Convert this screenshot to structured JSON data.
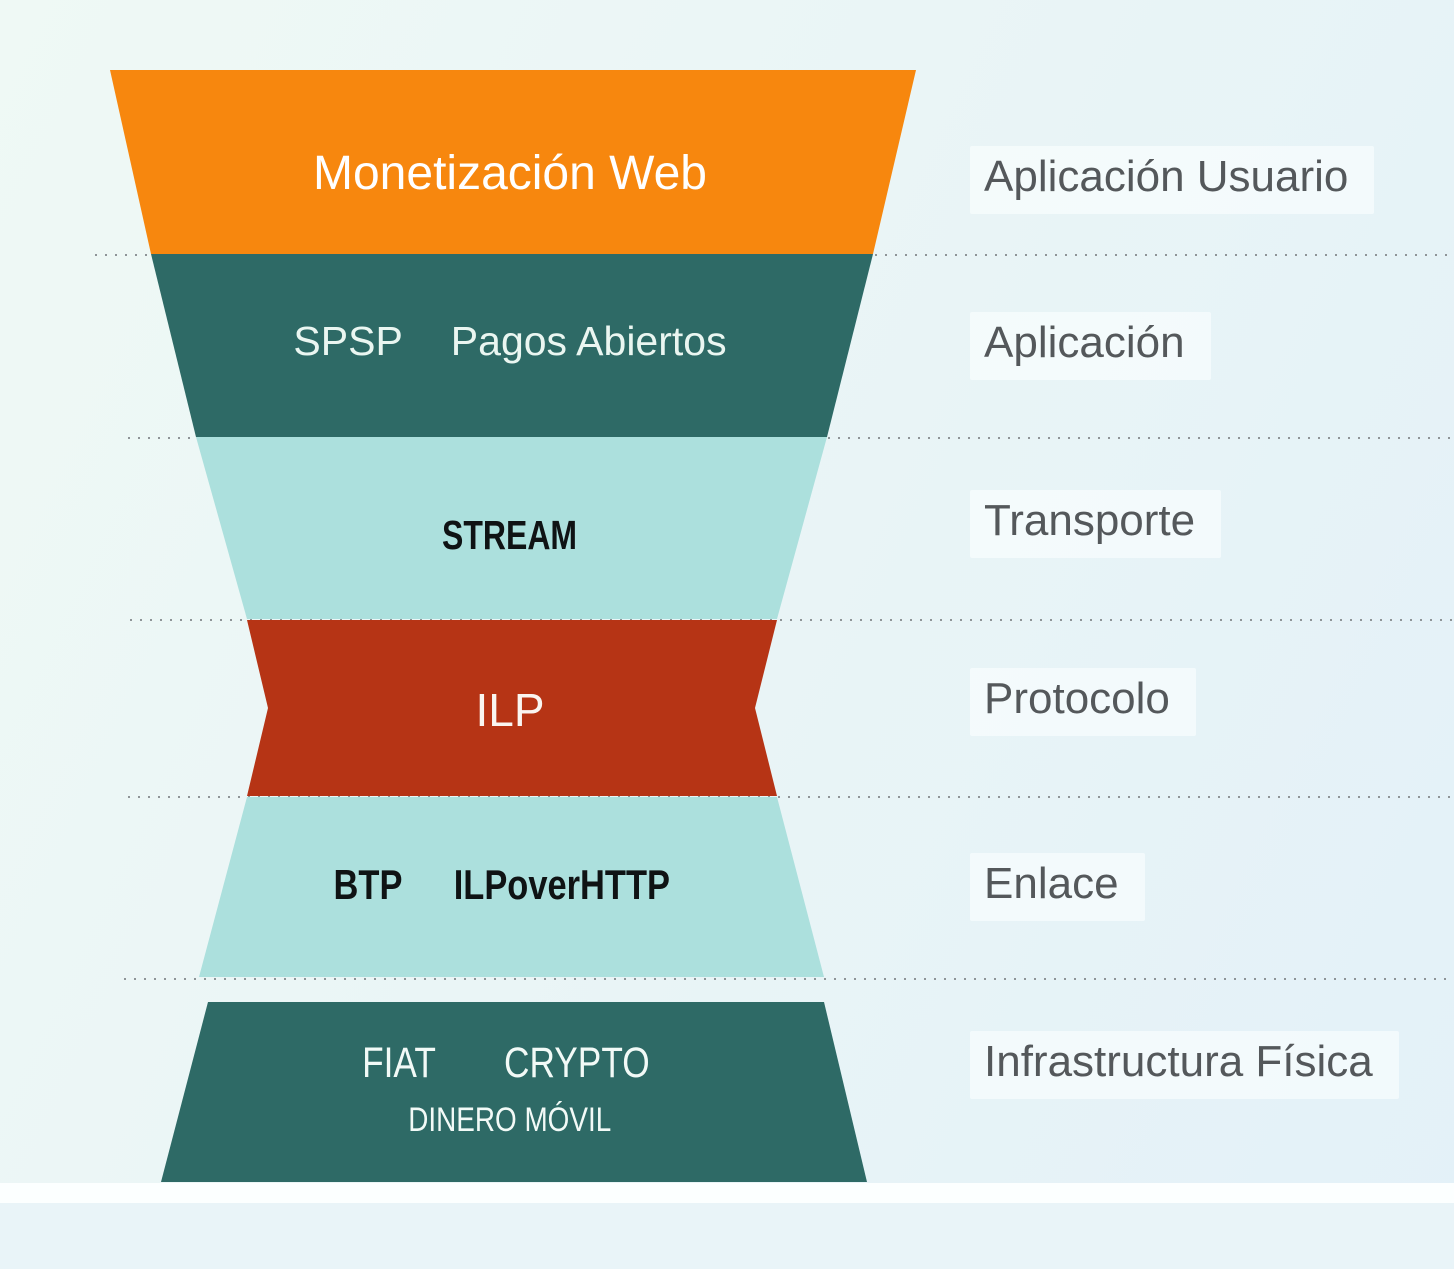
{
  "diagram": {
    "layers": [
      {
        "name": "Monetización Web",
        "right_label": "Aplicación Usuario",
        "color": "#F7870E"
      },
      {
        "name": "SPSP",
        "name2": "Pagos Abiertos",
        "right_label": "Aplicación",
        "color": "#2E6A66"
      },
      {
        "name": "STREAM",
        "right_label": "Transporte",
        "color": "#ACE0DD"
      },
      {
        "name": "ILP",
        "right_label": "Protocolo",
        "color": "#B63415"
      },
      {
        "name": "BTP",
        "name2": "ILPoverHTTP",
        "right_label": "Enlace",
        "color": "#ACE0DD"
      },
      {
        "name": "FIAT",
        "name2": "CRYPTO",
        "name3": "DINERO MÓVIL",
        "right_label": "Infrastructura Física",
        "color": "#2E6A66"
      }
    ],
    "divider_color": "#8E9497",
    "text_colors": {
      "on_orange": "#FFFFFF",
      "on_dark_teal": "#EAF6F1",
      "on_light_teal": "#0F1314",
      "on_red": "#FAF5F1",
      "side_labels": "#54585B"
    }
  }
}
